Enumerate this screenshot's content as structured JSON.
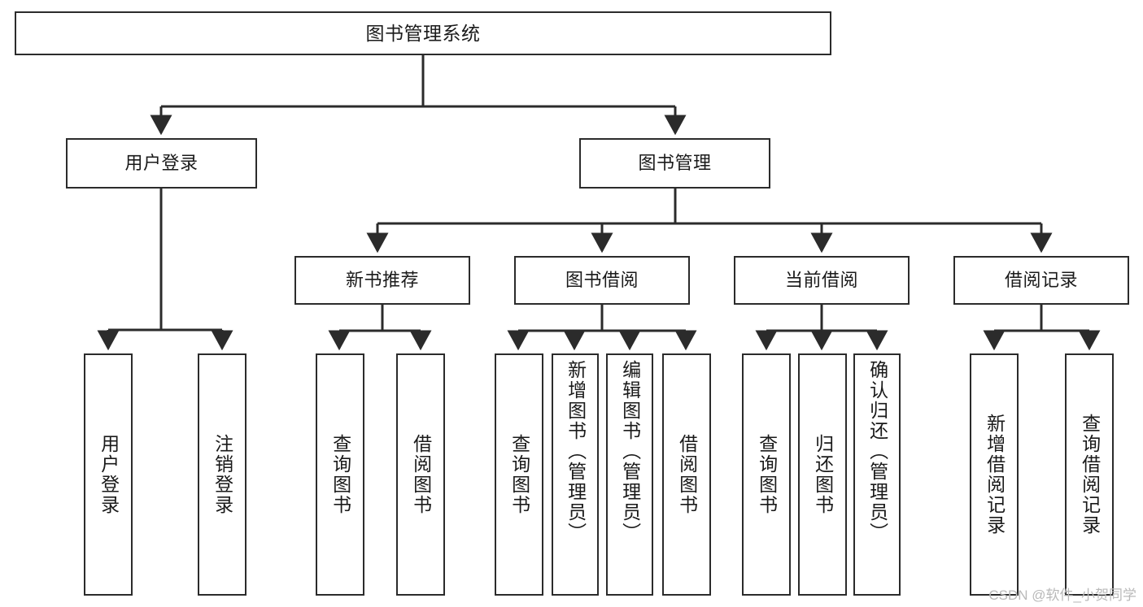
{
  "diagram": {
    "title": "图书管理系统",
    "type": "tree-hierarchy",
    "root": {
      "id": "root",
      "label": "图书管理系统"
    },
    "level2": [
      {
        "id": "user-login",
        "label": "用户登录"
      },
      {
        "id": "book-manage",
        "label": "图书管理"
      }
    ],
    "level3": [
      {
        "id": "new-book-rec",
        "label": "新书推荐",
        "parent": "book-manage"
      },
      {
        "id": "book-borrow",
        "label": "图书借阅",
        "parent": "book-manage"
      },
      {
        "id": "current-borrow",
        "label": "当前借阅",
        "parent": "book-manage"
      },
      {
        "id": "borrow-record",
        "label": "借阅记录",
        "parent": "book-manage"
      }
    ],
    "leaves": [
      {
        "id": "leaf-user-login",
        "label": "用户登录",
        "parent": "user-login"
      },
      {
        "id": "leaf-logout",
        "label": "注销登录",
        "parent": "user-login"
      },
      {
        "id": "leaf-query-book-1",
        "label": "查询图书",
        "parent": "new-book-rec"
      },
      {
        "id": "leaf-borrow-book-1",
        "label": "借阅图书",
        "parent": "new-book-rec"
      },
      {
        "id": "leaf-query-book-2",
        "label": "查询图书",
        "parent": "book-borrow"
      },
      {
        "id": "leaf-add-book",
        "label": "新增图书（管理员）",
        "parent": "book-borrow"
      },
      {
        "id": "leaf-edit-book",
        "label": "编辑图书（管理员）",
        "parent": "book-borrow"
      },
      {
        "id": "leaf-borrow-book-2",
        "label": "借阅图书",
        "parent": "book-borrow"
      },
      {
        "id": "leaf-query-book-3",
        "label": "查询图书",
        "parent": "current-borrow"
      },
      {
        "id": "leaf-return-book",
        "label": "归还图书",
        "parent": "current-borrow"
      },
      {
        "id": "leaf-confirm-return",
        "label": "确认归还（管理员）",
        "parent": "current-borrow"
      },
      {
        "id": "leaf-add-record",
        "label": "新增借阅记录",
        "parent": "borrow-record"
      },
      {
        "id": "leaf-query-record",
        "label": "查询借阅记录",
        "parent": "borrow-record"
      }
    ],
    "colors": {
      "stroke": "#2b2b2b",
      "fill": "#ffffff",
      "text": "#1a1a1a",
      "watermark": "#b9b9b9"
    }
  },
  "watermark": {
    "text": "CSDN @软件_小贺同学"
  }
}
